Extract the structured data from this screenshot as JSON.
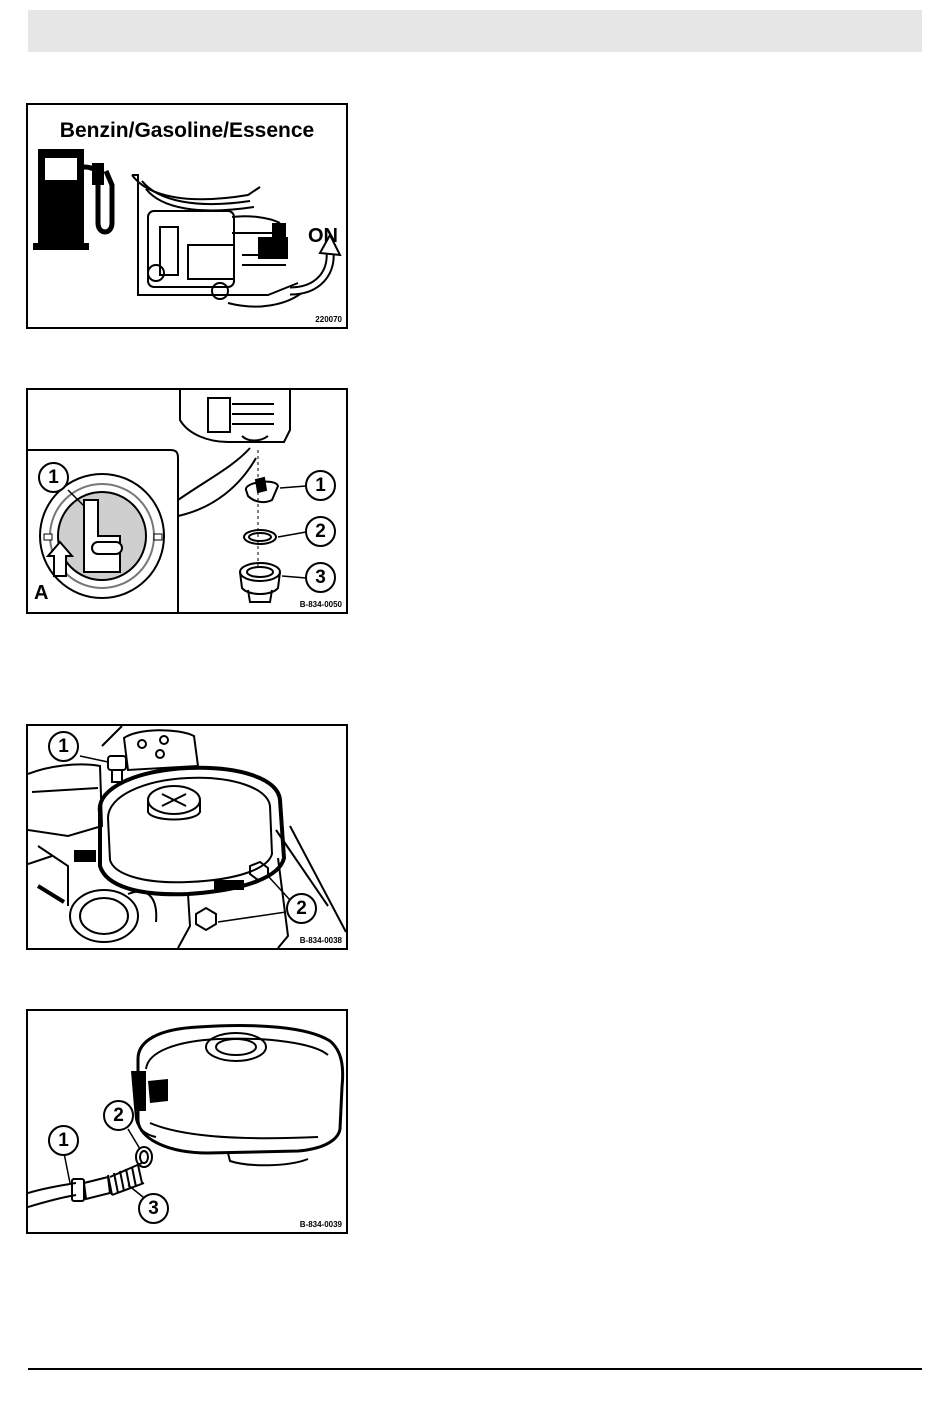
{
  "figures": [
    {
      "title": "Benzin/Gasoline/Essence",
      "on_label": "ON",
      "code": "220070"
    },
    {
      "callouts": [
        "1",
        "1",
        "2",
        "3"
      ],
      "letter": "A",
      "code": "B-834-0050"
    },
    {
      "callouts": [
        "1",
        "2"
      ],
      "code": "B-834-0038"
    },
    {
      "callouts": [
        "1",
        "2",
        "3"
      ],
      "code": "B-834-0039"
    }
  ]
}
